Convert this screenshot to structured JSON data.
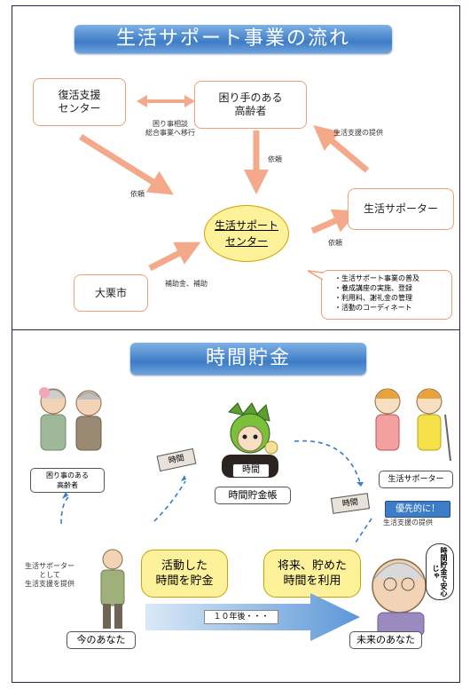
{
  "flow": {
    "title": "生活サポート事業の流れ",
    "reactivation_center": [
      "復活支援",
      "センター"
    ],
    "elderly": [
      "困り手のある",
      "高齢者"
    ],
    "support_center": [
      "生活サポート",
      "センター"
    ],
    "supporter": "生活サポーター",
    "city": "大栗市",
    "note_transfer": [
      "困り事相談",
      "総合事業へ移行"
    ],
    "note_request_top": "依頼",
    "note_request_left": "依頼",
    "note_provide": "生活支援の提供",
    "note_request_right": "依頼",
    "note_subsidy": "補助金、補助",
    "center_tasks": [
      "生活サポート事業の普及",
      "養成講座の実施、登録",
      "利用料、謝礼金の管理",
      "活動のコーディネート"
    ]
  },
  "savings": {
    "title": "時間貯金",
    "elderly_label": [
      "困り事のある",
      "高齢者"
    ],
    "passbook_label": "時間貯金帳",
    "passbook_word": "時間",
    "ticket1": "時間",
    "ticket2": "時間",
    "supporter_label": "生活サポーター",
    "priority": "優先的に！",
    "provide_support": "生活支援の提供",
    "left_caption": [
      "生活サポーター",
      "として",
      "生活支援を提供"
    ],
    "saved_bubble": [
      "活動した",
      "時間を貯金"
    ],
    "use_bubble": [
      "将来、貯めた",
      "時間を利用"
    ],
    "speech": "時間貯金で安心じゃ",
    "years_later": "１０年後・・・",
    "you_now": "今のあなた",
    "you_future": "未来のあなた"
  },
  "colors": {
    "arrow": "#f4a98a",
    "banner": "#3d7cc6",
    "highlight": "#fdf19a",
    "big_arrow": "#7fb0e4"
  }
}
